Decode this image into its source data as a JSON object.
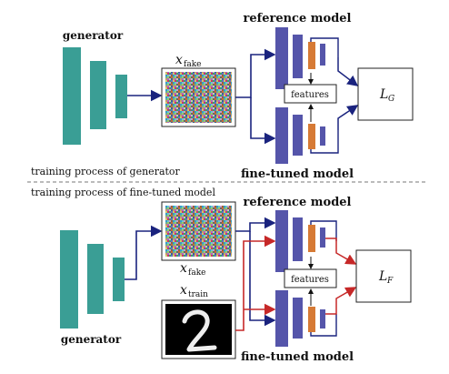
{
  "top": {
    "generator_label": "generator",
    "x_fake_base": "x",
    "x_fake_sub": "fake",
    "reference_model": "reference model",
    "features": "features",
    "loss_base": "L",
    "loss_sub": "G",
    "fine_tuned_model": "fine-tuned model",
    "caption": "training process of generator"
  },
  "bottom": {
    "caption": "training process of fine-tuned model",
    "generator_label": "generator",
    "x_fake_base": "x",
    "x_fake_sub": "fake",
    "x_train_base": "x",
    "x_train_sub": "train",
    "reference_model": "reference model",
    "features": "features",
    "loss_base": "L",
    "loss_sub": "F",
    "fine_tuned_model": "fine-tuned model"
  },
  "colors": {
    "generator": "#3a9e95",
    "model_blue": "#5555aa",
    "model_orange": "#d67a35",
    "arrow_navy": "#1a237e",
    "arrow_red": "#c62828",
    "divider": "#777777"
  }
}
